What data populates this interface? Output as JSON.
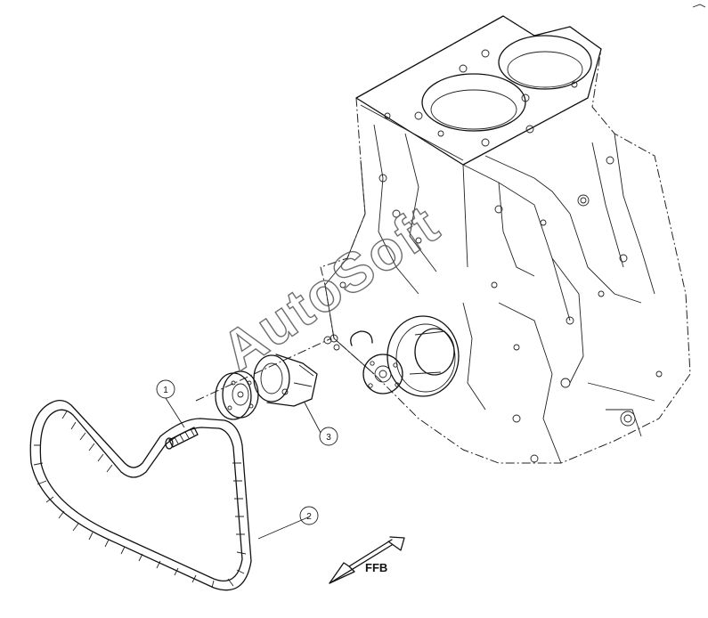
{
  "callouts": [
    {
      "id": "1",
      "label": "1",
      "part": "bolt"
    },
    {
      "id": "2",
      "label": "2",
      "part": "belt"
    },
    {
      "id": "3",
      "label": "3",
      "part": "tensioner"
    }
  ],
  "direction_label": "FFB",
  "watermark": "AutoSoft",
  "colors": {
    "line": "#111111",
    "background": "#ffffff",
    "watermark": "#555555"
  }
}
